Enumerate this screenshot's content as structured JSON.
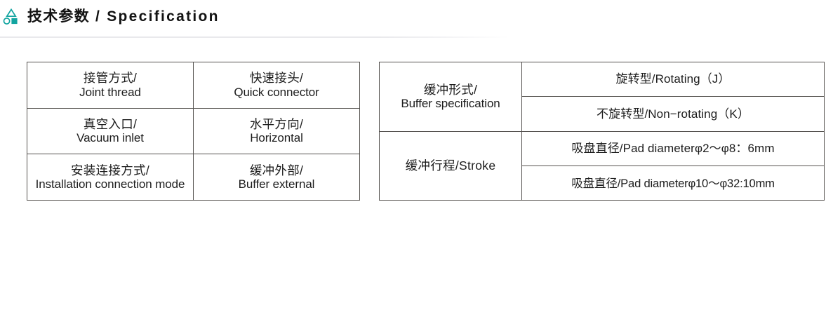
{
  "header": {
    "icon": "shapes-logo-icon",
    "title_cn": "技术参数",
    "title_sep": " / ",
    "title_en": "Specification",
    "accent_color": "#12a4a0",
    "rule_color": "#e9e9ec"
  },
  "tables": {
    "left": {
      "name": "connection-spec-table",
      "border_color": "#55524f",
      "rows": [
        {
          "label_cn": "接管方式/",
          "label_en": "Joint thread",
          "value_cn": "快速接头/",
          "value_en": "Quick connector"
        },
        {
          "label_cn": "真空入口/",
          "label_en": "Vacuum inlet",
          "value_cn": "水平方向/",
          "value_en": "Horizontal"
        },
        {
          "label_cn": "安装连接方式/",
          "label_en": "Installation connection mode",
          "value_cn": "缓冲外部/",
          "value_en": "Buffer external"
        }
      ]
    },
    "right": {
      "name": "buffer-spec-table",
      "border_color": "#55524f",
      "groups": [
        {
          "label_cn": "缓冲形式/",
          "label_en": "Buffer specification",
          "values": [
            "旋转型/Rotating（J）",
            "不旋转型/Non−rotating（K）"
          ]
        },
        {
          "label_cn": "缓冲行程/Stroke",
          "label_en": "",
          "values": [
            "吸盘直径/Pad diameterφ2～φ8：6mm",
            "吸盘直径/Pad diameterφ10～φ32:10mm"
          ]
        }
      ]
    }
  }
}
